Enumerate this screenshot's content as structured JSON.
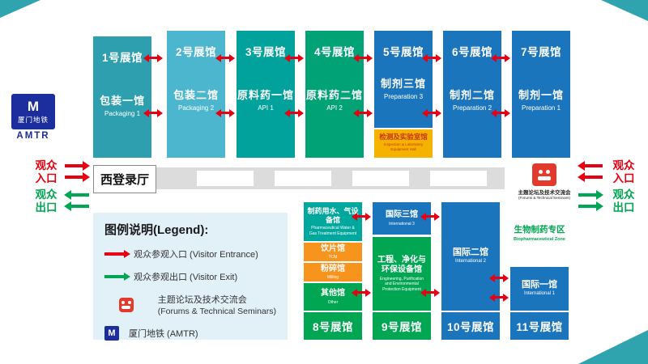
{
  "colors": {
    "entrance_red": "#E60012",
    "exit_green": "#00A651",
    "hall_blue": "#1B75BC",
    "hall_teal": "#2E9FAF",
    "hall_light_blue": "#4BB6CE",
    "hall_teal_green": "#00A29B",
    "hall_green": "#00A276",
    "inspection_yellow": "#F5B300",
    "orange": "#F7941E",
    "green": "#00A651",
    "metro_blue": "#1C2E9E",
    "forums_red": "#E23B2E",
    "legend_bg": "#E2F0F8",
    "corner_teal": "#2FA3AE"
  },
  "icons": {
    "metro_m": "M",
    "visitor_entrance_arrow": "red-right-arrow",
    "visitor_exit_arrow": "green-arrow",
    "forums_icon": "red-square-seminar-pictogram",
    "metro_icon": "blue-square-M"
  },
  "top_halls": [
    {
      "num": "1号展馆",
      "cn": "包装一馆",
      "en": "Packaging 1"
    },
    {
      "num": "2号展馆",
      "cn": "包装二馆",
      "en": "Packaging 2"
    },
    {
      "num": "3号展馆",
      "cn": "原料药一馆",
      "en": "API 1"
    },
    {
      "num": "4号展馆",
      "cn": "原料药二馆",
      "en": "API 2"
    },
    {
      "num": "5号展馆",
      "cn": "制剂三馆",
      "en": "Preparation 3"
    },
    {
      "num": "6号展馆",
      "cn": "制剂二馆",
      "en": "Preparation 2"
    },
    {
      "num": "7号展馆",
      "cn": "制剂一馆",
      "en": "Preparation 1"
    }
  ],
  "inspection_hall": {
    "cn": "检测及实验室馆",
    "en": "Inspection & Laboratory Equipment Hall"
  },
  "registration": {
    "label": "西登录厅"
  },
  "forums_marker": {
    "cn": "主题论坛及技术交流会",
    "en": "(Forums & Technical Seminars)"
  },
  "amtr": {
    "cn": "厦门地铁",
    "en": "AMTR"
  },
  "gates": {
    "entrance": "观众入口",
    "exit": "观众出口"
  },
  "bottom_halls": {
    "hall8": {
      "label": "8号展馆",
      "water": {
        "cn": "制药用水、气设备馆",
        "en": "Pharmaceutical Water & Gas Treatment Equipment"
      },
      "tcm": {
        "cn": "饮片馆",
        "en": "TCM"
      },
      "milling": {
        "cn": "粉碎馆",
        "en": "Milling"
      },
      "other": {
        "cn": "其他馆",
        "en": "Other"
      }
    },
    "hall9": {
      "label": "9号展馆",
      "intl3": {
        "cn": "国际三馆",
        "en": "International 3"
      },
      "engineering": {
        "cn": "工程、净化与环保设备馆",
        "en": "Engineering, Purification and Environmental Protection Equipment"
      }
    },
    "hall10": {
      "label": "10号展馆",
      "intl2": {
        "cn": "国际二馆",
        "en": "International 2"
      }
    },
    "hall11": {
      "label": "11号展馆",
      "biopharma": {
        "cn": "生物制药专区",
        "en": "Biopharmaceutical Zone"
      },
      "intl1": {
        "cn": "国际一馆",
        "en": "International 1"
      }
    }
  },
  "legend": {
    "title": "图例说明(Legend):",
    "items": [
      {
        "icon": "red-right-arrow",
        "label": "观众参观入口 (Visitor Entrance)"
      },
      {
        "icon": "green-right-arrow",
        "label": "观众参观出口 (Visitor Exit)"
      },
      {
        "icon": "forums-seminar-icon",
        "label": "主题论坛及技术交流会",
        "label2": "(Forums & Technical Seminars)"
      },
      {
        "icon": "xiamen-metro-icon",
        "label": "厦门地铁 (AMTR)"
      }
    ]
  }
}
